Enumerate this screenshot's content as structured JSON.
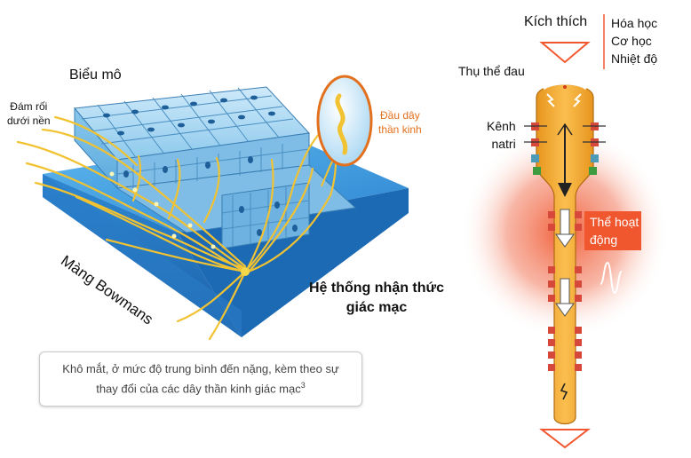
{
  "labels": {
    "epithelium": "Biểu mô",
    "subbasal_plexus_line1": "Đám rối",
    "subbasal_plexus_line2": "dưới nền",
    "bowmans": "Màng Bowmans",
    "nerve_ending_line1": "Đầu dây",
    "nerve_ending_line2": "thần kinh",
    "system_title_line1": "Hệ thống nhận thức",
    "system_title_line2": "giác mạc",
    "stimulus": "Kích thích",
    "stimulus_types": [
      "Hóa học",
      "Cơ học",
      "Nhiệt độ"
    ],
    "nociceptor": "Thụ thể đau",
    "sodium_channel_line1": "Kênh",
    "sodium_channel_line2": "natri",
    "action_potential_line1": "Thể hoạt",
    "action_potential_line2": "động"
  },
  "note": {
    "text_line1": "Khô mắt, ở mức độ trung bình đến nặng, kèm theo sự",
    "text_line2": "thay đổi của các dây thần kinh giác mạc",
    "superscript": "3"
  },
  "colors": {
    "nerve": "#f1c232",
    "cell": "#9cd3f0",
    "membrane": "#2e8fd6",
    "axon": "#f5a623",
    "glow": "#f05a3a",
    "accent": "#e2701c"
  }
}
